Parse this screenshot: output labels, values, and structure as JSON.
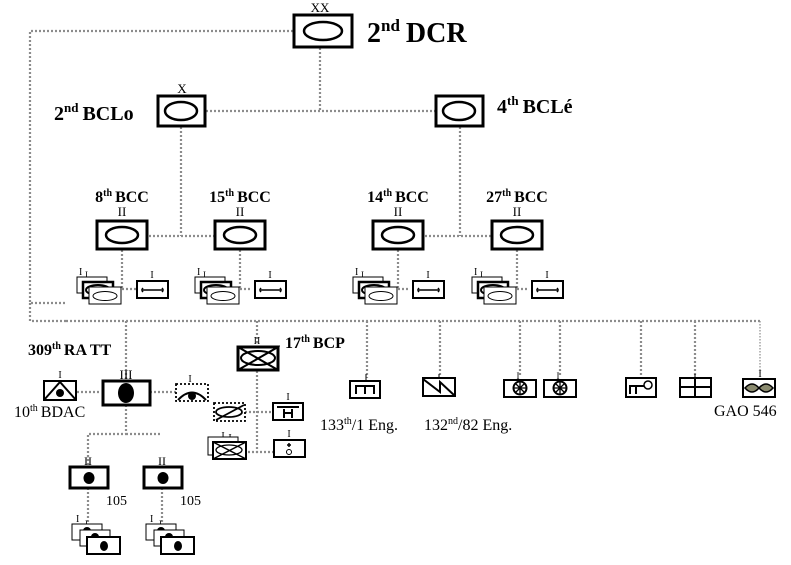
{
  "diagram": {
    "title": "2nd DCR order of battle",
    "division": {
      "name": "2nd DCR",
      "ordinal": "2",
      "suffix": "nd",
      "rest": "DCR",
      "echelon": "XX",
      "symbol": "armor"
    },
    "brigades": [
      {
        "id": "bclo",
        "ordinal": "2",
        "suffix": "nd",
        "rest": "BCLo",
        "echelon": "X",
        "symbol": "armor"
      },
      {
        "id": "bcle",
        "ordinal": "4",
        "suffix": "th",
        "rest": "BCLé",
        "echelon": "",
        "symbol": "armor"
      }
    ],
    "battalions": [
      {
        "id": "bcc8",
        "ordinal": "8",
        "suffix": "th",
        "rest": "BCC",
        "echelon": "II",
        "symbol": "armor",
        "parent": "bclo",
        "companies_echelon": "I",
        "maintenance_echelon": "I"
      },
      {
        "id": "bcc15",
        "ordinal": "15",
        "suffix": "th",
        "rest": "BCC",
        "echelon": "II",
        "symbol": "armor",
        "parent": "bclo",
        "companies_echelon": "I",
        "maintenance_echelon": "I"
      },
      {
        "id": "bcc14",
        "ordinal": "14",
        "suffix": "th",
        "rest": "BCC",
        "echelon": "II",
        "symbol": "armor",
        "parent": "bcle",
        "companies_echelon": "I",
        "maintenance_echelon": "I"
      },
      {
        "id": "bcc27",
        "ordinal": "27",
        "suffix": "th",
        "rest": "BCC",
        "echelon": "II",
        "symbol": "armor",
        "parent": "bcle",
        "companies_echelon": "I",
        "maintenance_echelon": "I"
      }
    ],
    "artillery": {
      "regiment": {
        "ordinal": "309",
        "suffix": "th",
        "rest": "RA TT",
        "echelon": "III",
        "symbol": "artillery"
      },
      "antiair": {
        "ordinal": "10",
        "suffix": "th",
        "rest": "BDAC",
        "echelon": "I",
        "symbol": "air-defense-artillery"
      },
      "observation": {
        "echelon": "I",
        "symbol": "observation"
      },
      "groups": [
        {
          "echelon": "II",
          "caliber": "105",
          "batteries_echelon": "I"
        },
        {
          "echelon": "II",
          "caliber": "105",
          "batteries_echelon": "I"
        }
      ]
    },
    "infantry": {
      "battalion": {
        "ordinal": "17",
        "suffix": "th",
        "rest": "BCP",
        "echelon": "II",
        "symbol": "motorized-infantry"
      },
      "recon": {
        "symbol": "recon-cavalry"
      },
      "companies": {
        "echelon": "I",
        "symbol": "infantry"
      },
      "heavy_weapons": {
        "echelon": "I",
        "symbol": "anti-tank"
      },
      "mortar": {
        "echelon": "I",
        "symbol": "mortar"
      }
    },
    "support_units": [
      {
        "id": "eng133",
        "echelon": "I",
        "symbol": "engineer",
        "label_ordinal": "133",
        "label_suffix": "th",
        "label_rest": "/1 Eng."
      },
      {
        "id": "eng132",
        "echelon": "",
        "symbol": "signals",
        "label_ordinal": "132",
        "label_suffix": "nd",
        "label_rest": "/82 Eng."
      },
      {
        "id": "med1",
        "echelon": "I",
        "symbol": "medical-wheel",
        "label": ""
      },
      {
        "id": "med2",
        "echelon": "I",
        "symbol": "medical-wheel",
        "label": ""
      },
      {
        "id": "maint",
        "echelon": "",
        "symbol": "maintenance",
        "label": ""
      },
      {
        "id": "supply",
        "echelon": "I",
        "symbol": "supply",
        "label": ""
      },
      {
        "id": "gao",
        "echelon": "I",
        "symbol": "aviation-observation",
        "label": "GAO 546"
      }
    ],
    "colors": {
      "connector": "#8c8c8c",
      "frame": "#000000",
      "aviation_fill": "#8a8a6e",
      "background": "#ffffff"
    }
  }
}
